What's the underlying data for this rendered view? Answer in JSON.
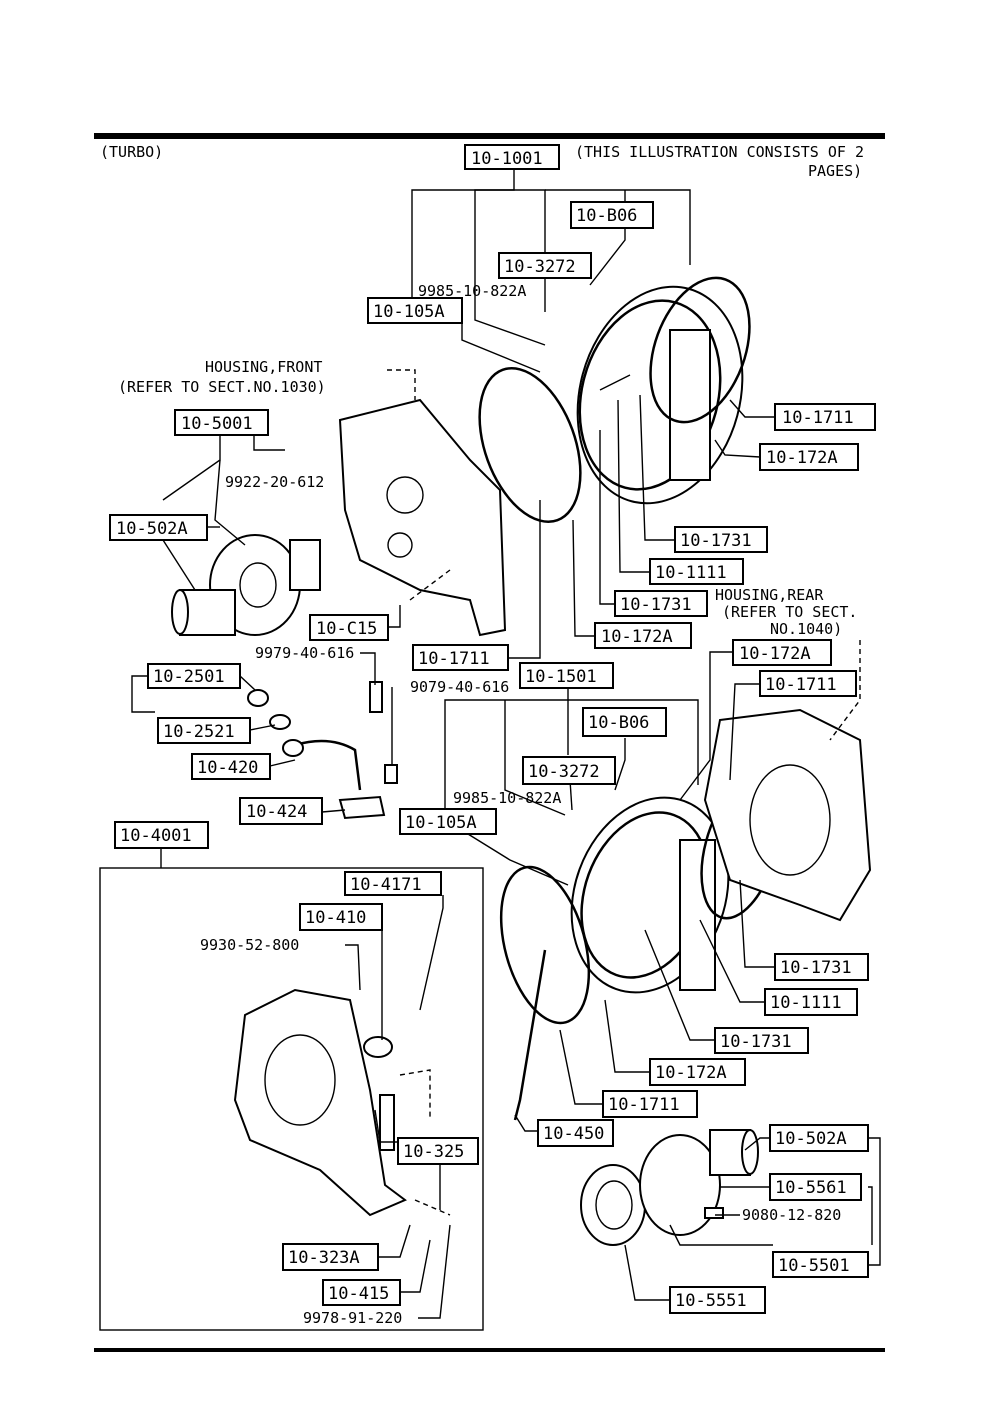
{
  "header": {
    "variant": "(TURBO)",
    "note_line1": "(THIS ILLUSTRATION CONSISTS OF  2",
    "note_line2": "PAGES)"
  },
  "ref_labels": {
    "housing_front_1": "HOUSING,FRONT",
    "housing_front_2": "(REFER TO SECT.NO.1030)",
    "housing_rear_1": "HOUSING,REAR",
    "housing_rear_2": "(REFER TO SECT.",
    "housing_rear_3": "NO.1040)"
  },
  "callouts": [
    {
      "id": "c01",
      "text": "10-1001"
    },
    {
      "id": "c02",
      "text": "10-B06"
    },
    {
      "id": "c03",
      "text": "10-3272"
    },
    {
      "id": "c04",
      "text": "10-105A"
    },
    {
      "id": "c05",
      "text": "10-1711"
    },
    {
      "id": "c06",
      "text": "10-172A"
    },
    {
      "id": "c07",
      "text": "10-5001"
    },
    {
      "id": "c08",
      "text": "10-502A"
    },
    {
      "id": "c09",
      "text": "10-1731"
    },
    {
      "id": "c10",
      "text": "10-1111"
    },
    {
      "id": "c11",
      "text": "10-1731"
    },
    {
      "id": "c12",
      "text": "10-172A"
    },
    {
      "id": "c13",
      "text": "10-C15"
    },
    {
      "id": "c14",
      "text": "10-1711"
    },
    {
      "id": "c15",
      "text": "10-1501"
    },
    {
      "id": "c16",
      "text": "10-172A"
    },
    {
      "id": "c17",
      "text": "10-1711"
    },
    {
      "id": "c18",
      "text": "10-2501"
    },
    {
      "id": "c19",
      "text": "10-2521"
    },
    {
      "id": "c20",
      "text": "10-B06"
    },
    {
      "id": "c21",
      "text": "10-420"
    },
    {
      "id": "c22",
      "text": "10-3272"
    },
    {
      "id": "c23",
      "text": "10-424"
    },
    {
      "id": "c24",
      "text": "10-105A"
    },
    {
      "id": "c25",
      "text": "10-4001"
    },
    {
      "id": "c26",
      "text": "10-4171"
    },
    {
      "id": "c27",
      "text": "10-410"
    },
    {
      "id": "c28",
      "text": "10-1731"
    },
    {
      "id": "c29",
      "text": "10-1111"
    },
    {
      "id": "c30",
      "text": "10-1731"
    },
    {
      "id": "c31",
      "text": "10-172A"
    },
    {
      "id": "c32",
      "text": "10-1711"
    },
    {
      "id": "c33",
      "text": "10-450"
    },
    {
      "id": "c34",
      "text": "10-325"
    },
    {
      "id": "c35",
      "text": "10-502A"
    },
    {
      "id": "c36",
      "text": "10-5561"
    },
    {
      "id": "c37",
      "text": "10-323A"
    },
    {
      "id": "c38",
      "text": "10-5501"
    },
    {
      "id": "c39",
      "text": "10-415"
    },
    {
      "id": "c40",
      "text": "10-5551"
    }
  ],
  "part_numbers": [
    {
      "id": "p01",
      "text": "9985-10-822A"
    },
    {
      "id": "p02",
      "text": "9922-20-612"
    },
    {
      "id": "p03",
      "text": "9979-40-616"
    },
    {
      "id": "p04",
      "text": "9079-40-616"
    },
    {
      "id": "p05",
      "text": "9985-10-822A"
    },
    {
      "id": "p06",
      "text": "9930-52-800"
    },
    {
      "id": "p07",
      "text": "9080-12-820"
    },
    {
      "id": "p08",
      "text": "9978-91-220"
    }
  ]
}
